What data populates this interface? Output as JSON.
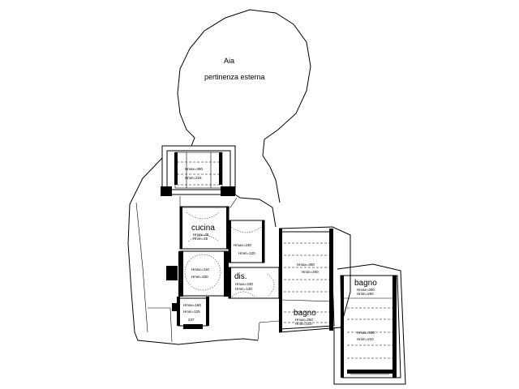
{
  "courtyard": {
    "title": "Aia",
    "subtitle": "pertinenza esterna"
  },
  "rooms": {
    "cucina": "cucina",
    "dis": "dis.",
    "bagno_center": "bagno",
    "bagno_right": "bagno"
  },
  "heights": {
    "top_room_1": "Hmax=300",
    "top_room_2": "Hmin=234",
    "cucina_1": "Hmax=28",
    "cucina_2": "Hmin=25",
    "dis_top_1": "Hmax=230",
    "dis_top_2": "Hmin=120",
    "center_room_1": "Hmax=410",
    "center_room_2": "Hmin=330",
    "dis_bottom_1": "Hmax=230",
    "dis_bottom_2": "Hmin=120",
    "lower_room_1": "Hmax=160",
    "lower_room_2": "Hmin=125",
    "lower_room_3": "237",
    "mid_wing_1": "Hmax=300",
    "mid_wing_2": "Hmin=250",
    "bagno_center_1": "Hmax=250",
    "bagno_center_2": "Hmin=210",
    "right_top_1": "Hmax=300",
    "right_top_2": "Hmin=250",
    "right_bottom_1": "Hmax=300",
    "right_bottom_2": "Hmin=210"
  }
}
